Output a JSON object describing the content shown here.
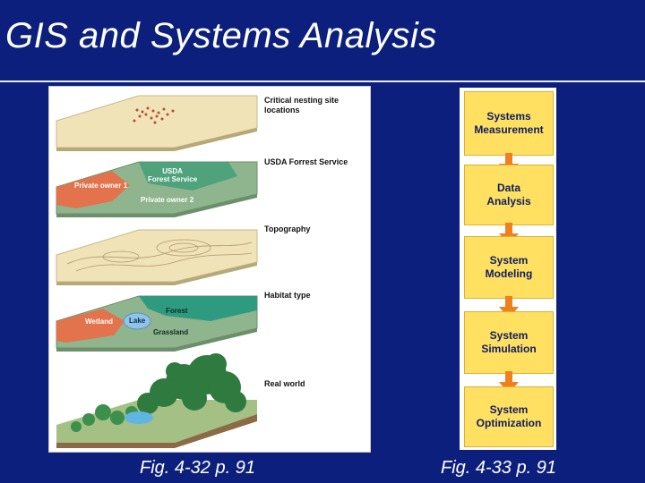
{
  "slide": {
    "title": "GIS and Systems Analysis"
  },
  "fig1": {
    "layers": [
      {
        "label_line1": "Critical nesting site",
        "label_line2": "locations"
      },
      {
        "label_line1": "USDA Forrest Service",
        "label_line2": ""
      },
      {
        "label_line1": "Topography",
        "label_line2": ""
      },
      {
        "label_line1": "Habitat type",
        "label_line2": ""
      },
      {
        "label_line1": "Real world",
        "label_line2": ""
      }
    ],
    "ownership_labels": {
      "usda_line1": "USDA",
      "usda_line2": "Forest Service",
      "private1": "Private owner 1",
      "private2": "Private owner 2"
    },
    "habitat_labels": {
      "forest": "Forest",
      "wetland": "Wetland",
      "lake": "Lake",
      "grassland": "Grassland"
    },
    "caption": "Fig. 4-32 p. 91"
  },
  "fig2": {
    "steps": [
      {
        "line1": "Systems",
        "line2": "Measurement"
      },
      {
        "line1": "Data",
        "line2": "Analysis"
      },
      {
        "line1": "System",
        "line2": "Modeling"
      },
      {
        "line1": "System",
        "line2": "Simulation"
      },
      {
        "line1": "System",
        "line2": "Optimization"
      }
    ],
    "caption": "Fig. 4-33 p. 91"
  },
  "colors": {
    "background": "#0c1f7c",
    "step_box": "#ffe060",
    "arrow": "#f07f1e",
    "layer_sand": "#efe3b7",
    "forest_green": "#2e9b80",
    "private_orange": "#e3734c",
    "lake_blue": "#8fc4e9"
  }
}
